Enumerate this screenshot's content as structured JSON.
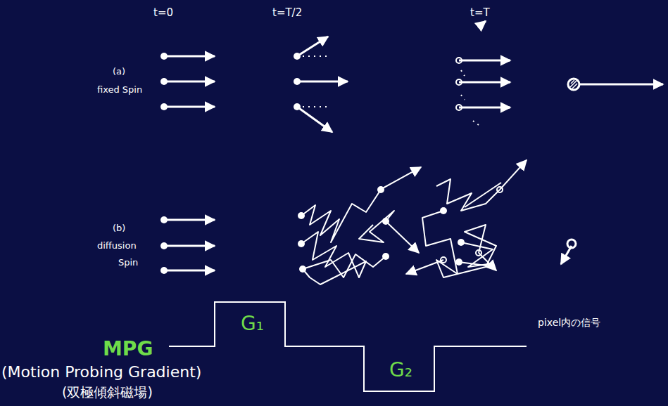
{
  "diagram": {
    "labels": [
      "t=0",
      "t=T/2",
      "t=T",
      "(a)",
      "fixed Spin",
      "(b)",
      "diffusion",
      "Spin",
      "G₁",
      "G₂",
      "MPG",
      "(Motion Probing Gradient)",
      "(双極傾斜磁場)",
      "pixel内の信号"
    ]
  }
}
